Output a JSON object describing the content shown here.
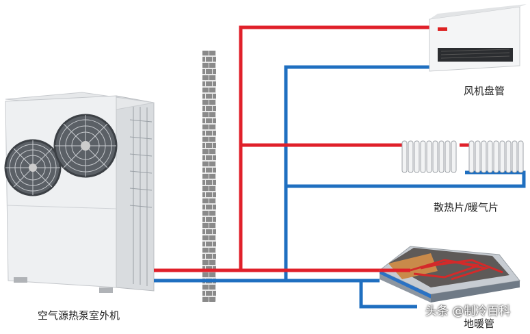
{
  "labels": {
    "outdoor_unit": "空气源热泵室外机",
    "fan_coil": "风机盘管",
    "radiator": "散热片/暖气片",
    "floor_heating": "地暖管"
  },
  "watermark": "头条 @制冷百科",
  "colors": {
    "supply_pipe": "#e0202a",
    "return_pipe": "#1f6fc0",
    "wall_brick": "#8a8a8a"
  }
}
